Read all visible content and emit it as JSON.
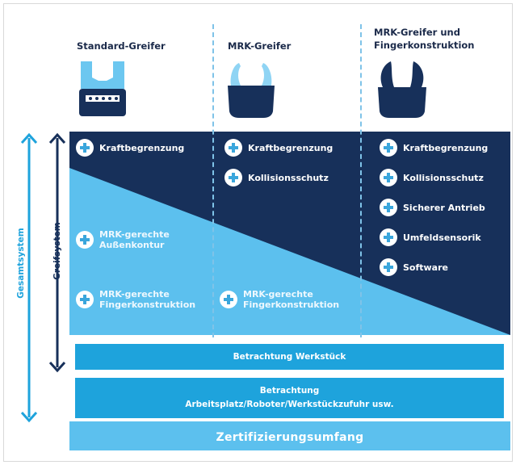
{
  "columns": [
    {
      "title": "Standard-Greifer"
    },
    {
      "title": "MRK-Greifer"
    },
    {
      "title_line1": "MRK-Greifer und",
      "title_line2": "Fingerkonstruktion"
    }
  ],
  "features": {
    "col1_dark": [
      "Kraftbegrenzung"
    ],
    "col1_light": [
      "MRK-gerechte Außenkontur",
      "MRK-gerechte Fingerkonstruktion"
    ],
    "col2_dark": [
      "Kraftbegrenzung",
      "Kollisionsschutz"
    ],
    "col2_light": [
      "MRK-gerechte Fingerkonstruktion"
    ],
    "col3_dark": [
      "Kraftbegrenzung",
      "Kollisionsschutz",
      "Sicherer Antrieb",
      "Umfeldsensorik",
      "Software"
    ]
  },
  "bars": {
    "werkstueck": "Betrachtung Werkstück",
    "arbeitsplatz_line1": "Betrachtung",
    "arbeitsplatz_line2": "Arbeitsplatz/Roboter/Werkstückzufuhr usw."
  },
  "footer": "Zertifizierungsumfang",
  "axes": {
    "gesamtsystem": "Gesamtsystem",
    "greifsystem": "Greifsystem"
  },
  "colors": {
    "dark_navy": "#17305a",
    "light_blue": "#5cc0ee",
    "bar_blue": "#1ea3dc",
    "arrow_light": "#1ea3dc",
    "arrow_dark": "#17305a"
  }
}
